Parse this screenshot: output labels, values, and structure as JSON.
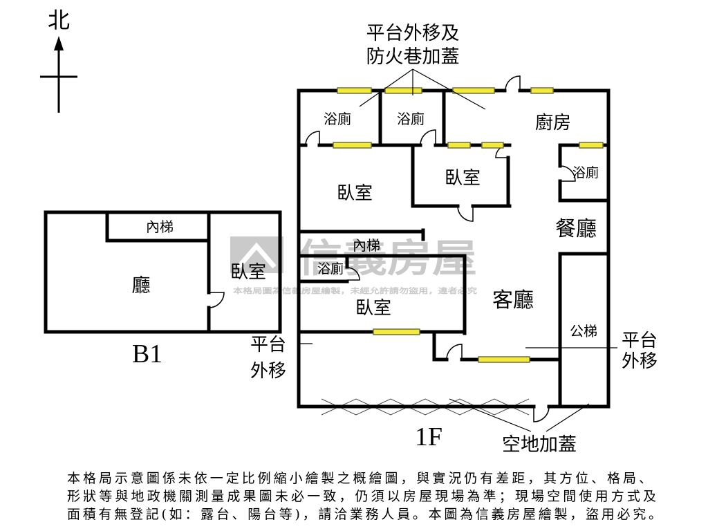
{
  "compass": {
    "north": "北"
  },
  "floor_1f": {
    "level_label": "1F",
    "rooms": {
      "bathroom_1": "浴廁",
      "bathroom_2": "浴廁",
      "kitchen": "廚房",
      "bedroom_1": "臥室",
      "bathroom_3": "浴廁",
      "bedroom_2": "臥室",
      "dining_room": "餐廳",
      "inner_stairs": "內梯",
      "bathroom_4": "浴廁",
      "bedroom_3": "臥室",
      "living_room": "客廳",
      "public_stairs": "公梯"
    },
    "notes": {
      "top": [
        "平台外移及",
        "防火巷加蓋"
      ],
      "left": [
        "平台",
        "外移"
      ],
      "right": [
        "平台",
        "外移"
      ],
      "bottom": "空地加蓋"
    }
  },
  "floor_b1": {
    "level_label": "B1",
    "rooms": {
      "inner_stairs": "內梯",
      "hall": "廳",
      "bedroom": "臥室"
    }
  },
  "watermark": {
    "brand": "信義房屋",
    "notice": "本格局圖為信義房屋繪製，未經允許請勿盜用，違者必究"
  },
  "disclaimer": [
    "本格局示意圖係未依一定比例縮小繪製之概繪圖，與實況仍有差距，其方位、格局、",
    "形狀等與地政機關測量成果圖未必一致，仍須以房屋現場為準；現場空間使用方式及",
    "面積有無登記(如：露台、陽台等)，請洽業務人員。本圖為信義房屋繪製，盜用必究。"
  ],
  "colors": {
    "wall": "#000000",
    "window_fill": "#f3ea3a",
    "window_border": "#6f7040",
    "watermark": "#c4c4c4",
    "background": "#ffffff"
  }
}
